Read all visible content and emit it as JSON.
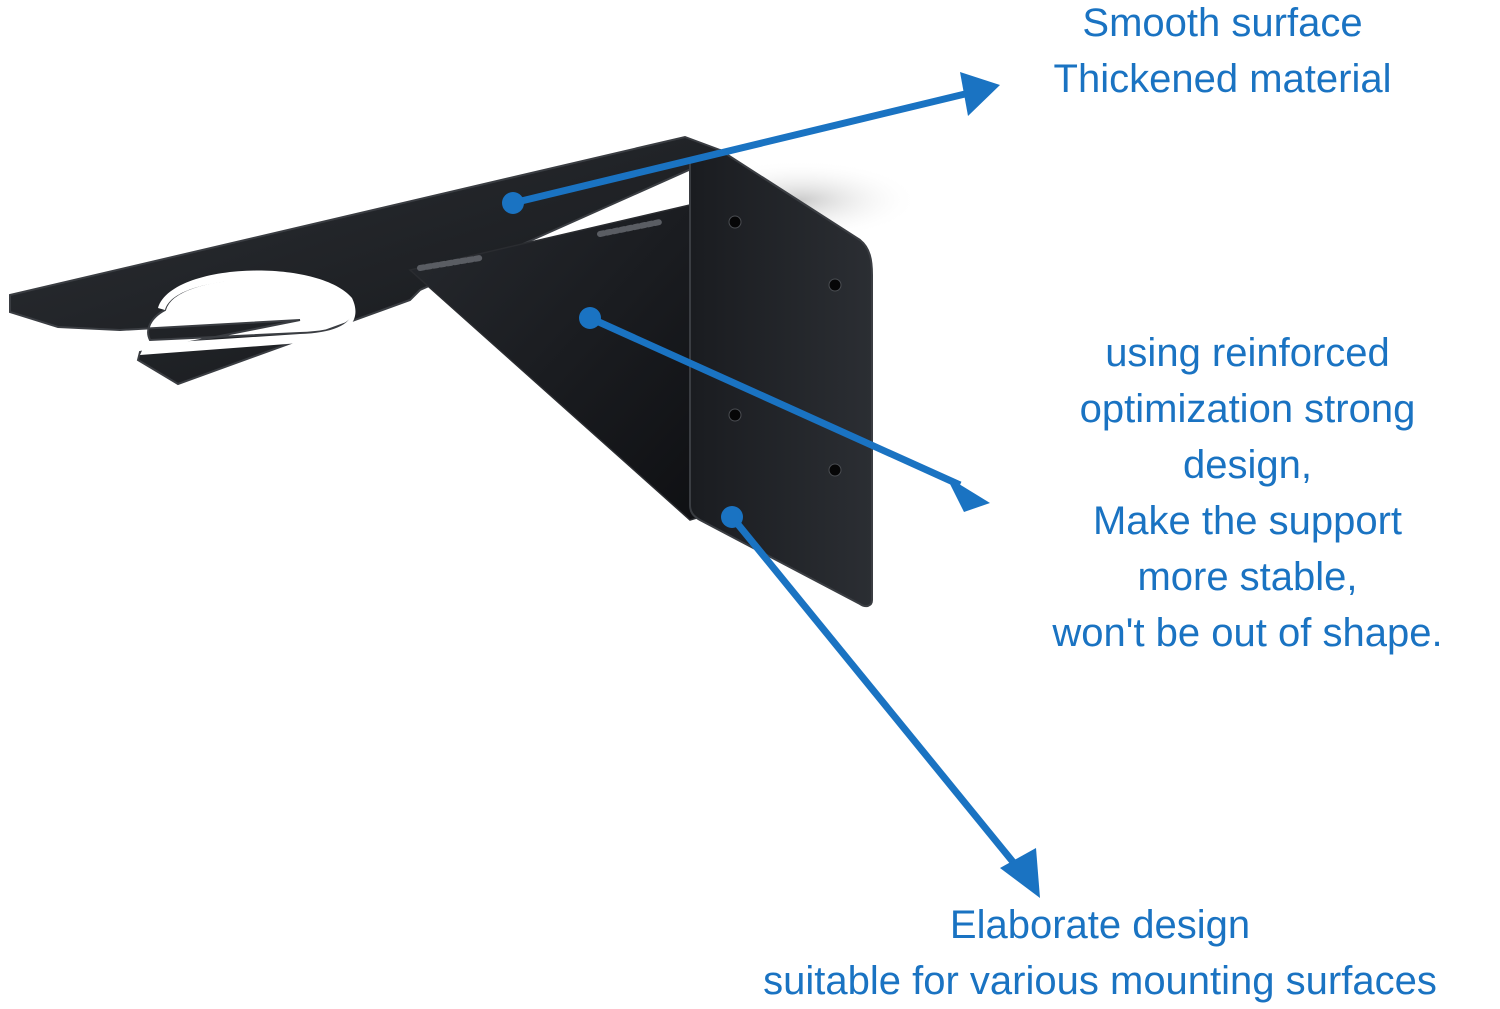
{
  "colors": {
    "accent": "#1a73c2",
    "bracket": "#1c1e22",
    "bracket_edge": "#3a3d42",
    "bracket_shadow": "#0e0f12"
  },
  "callouts": {
    "top": {
      "lines": [
        "Smooth surface",
        "Thickened material"
      ]
    },
    "middle": {
      "lines": [
        "using reinforced",
        "optimization strong",
        "design,",
        "Make the support",
        "more stable,",
        "won't be out of shape."
      ]
    },
    "bottom": {
      "lines": [
        "Elaborate design",
        "suitable for various mounting surfaces"
      ]
    }
  }
}
